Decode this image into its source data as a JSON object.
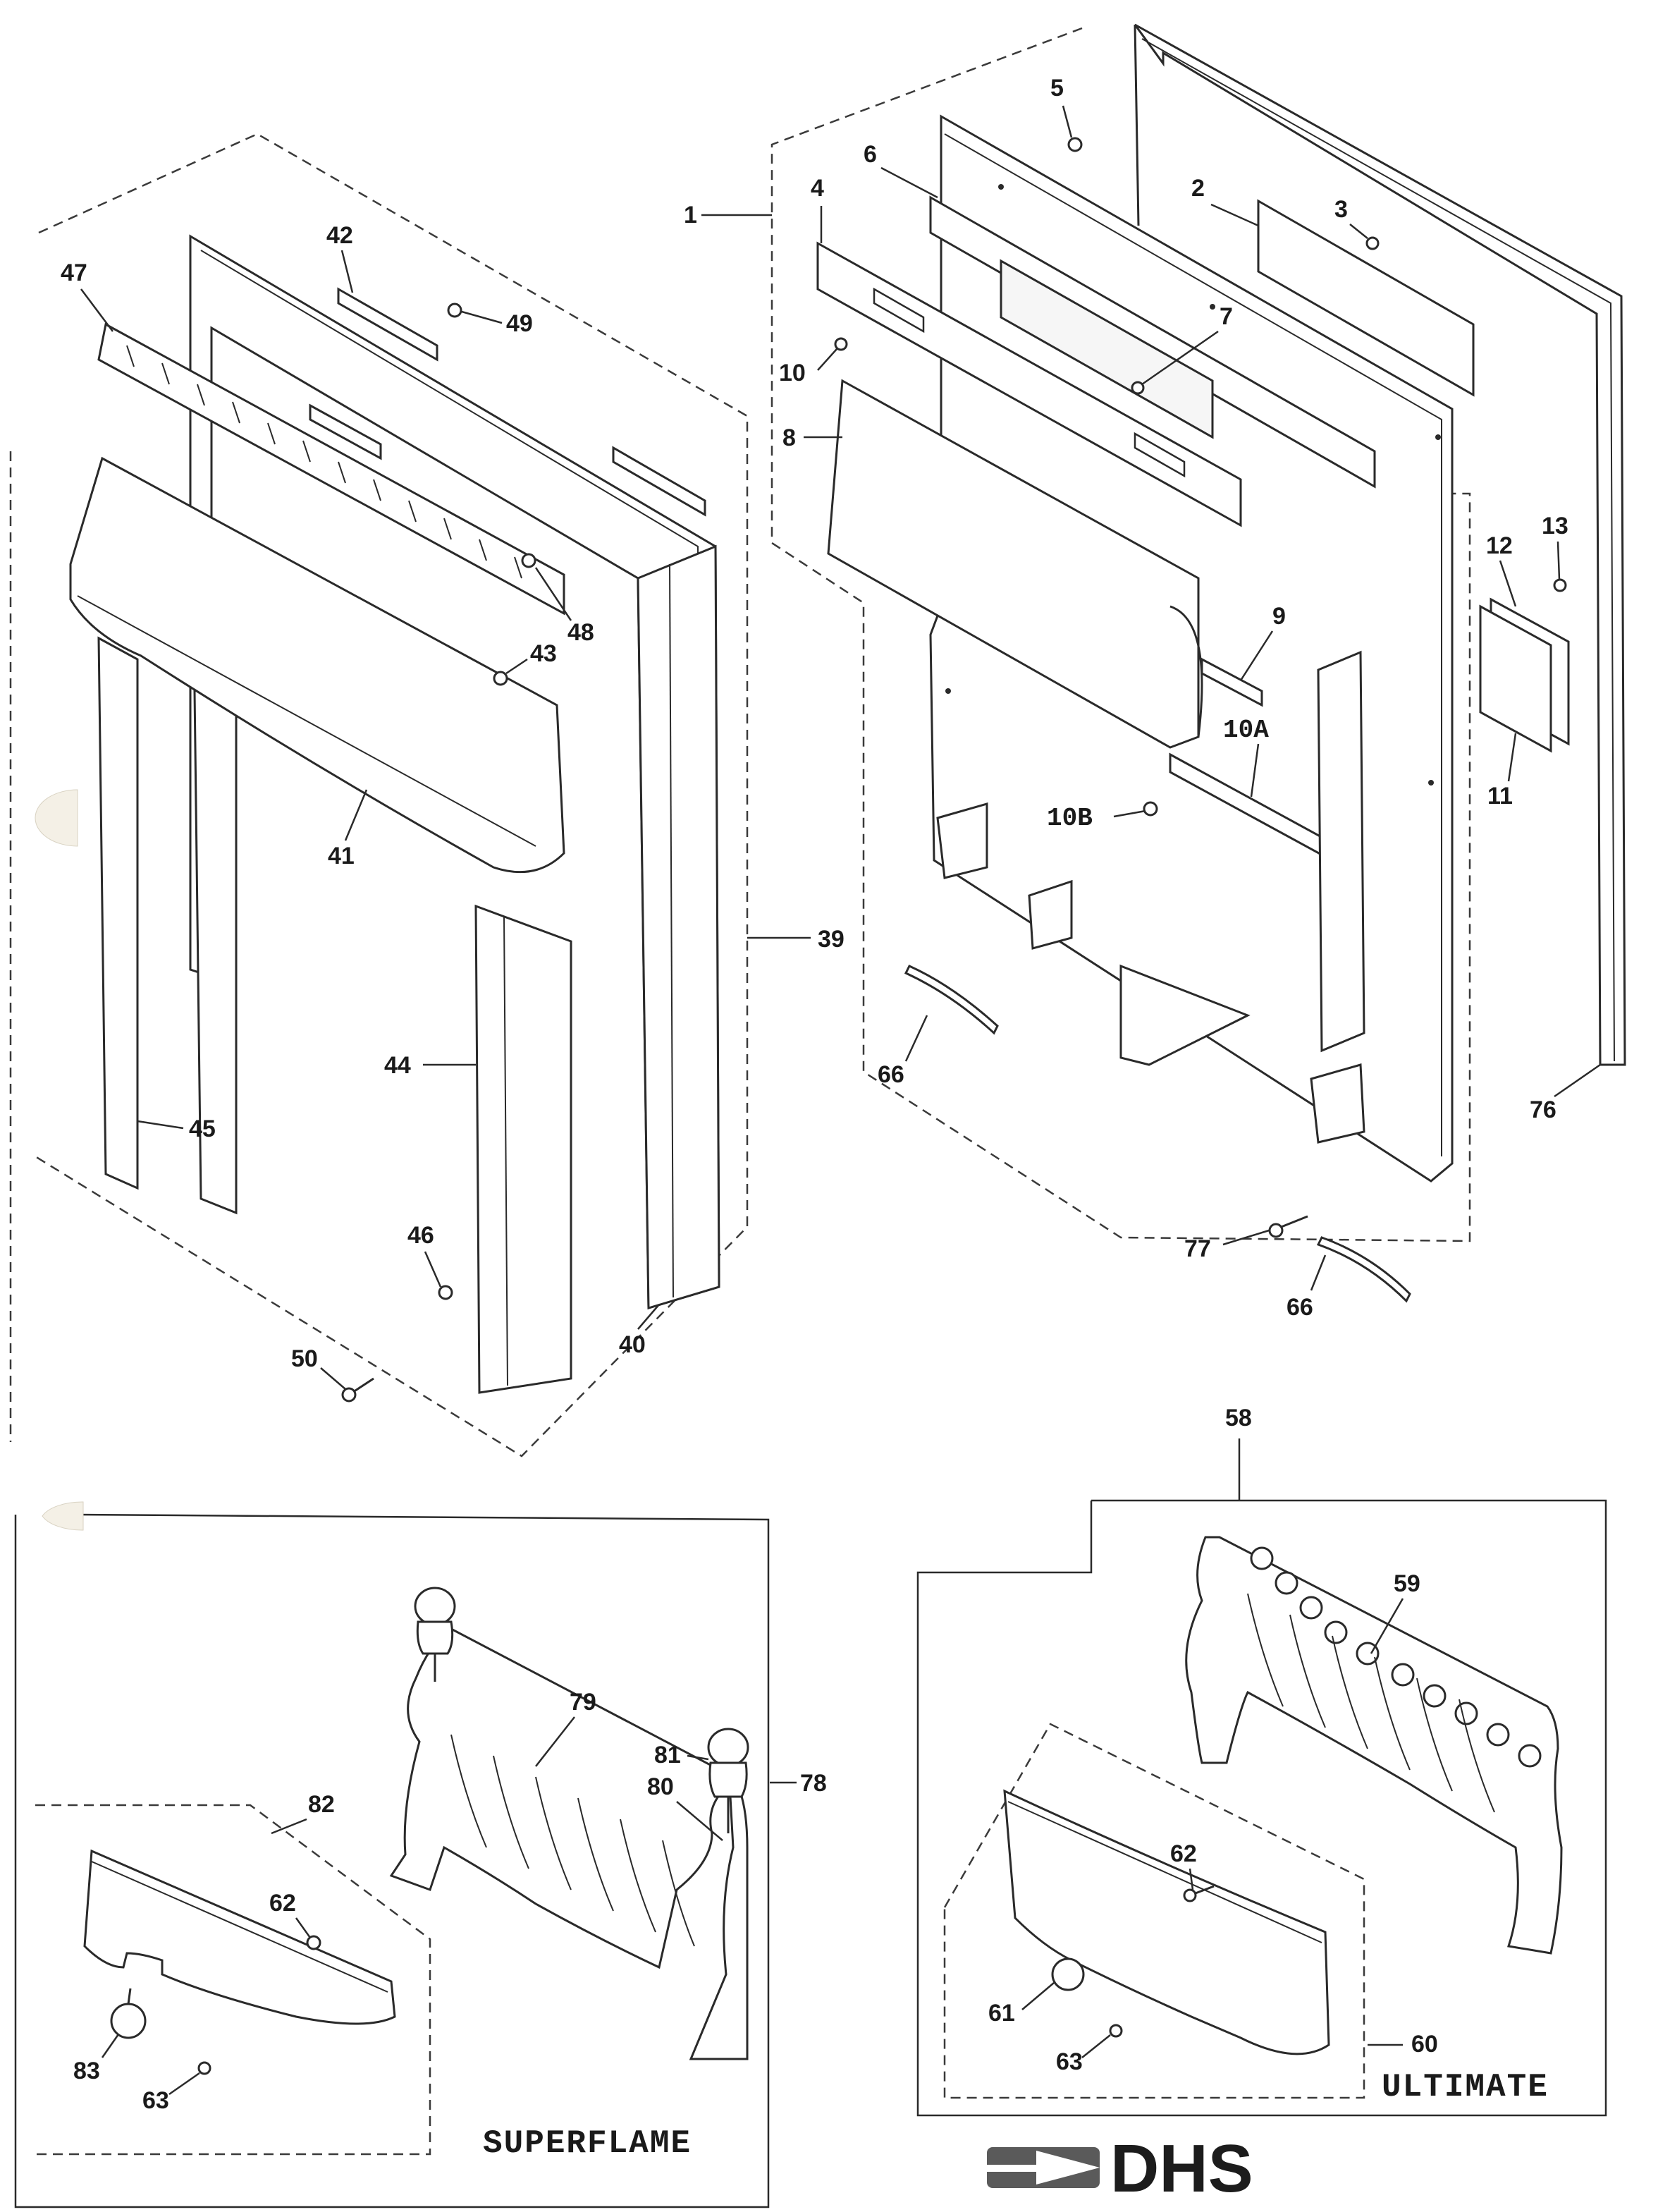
{
  "diagram": {
    "callouts": {
      "c1": "1",
      "c2": "2",
      "c3": "3",
      "c4": "4",
      "c5": "5",
      "c6": "6",
      "c7": "7",
      "c8": "8",
      "c9": "9",
      "c10": "10",
      "c10a": "10A",
      "c10b": "10B",
      "c11": "11",
      "c12": "12",
      "c13": "13",
      "c39": "39",
      "c40": "40",
      "c41": "41",
      "c42": "42",
      "c43": "43",
      "c44": "44",
      "c45": "45",
      "c46": "46",
      "c47": "47",
      "c48": "48",
      "c49": "49",
      "c50": "50",
      "c58": "58",
      "c59": "59",
      "c60": "60",
      "c61": "61",
      "c62a": "62",
      "c62b": "62",
      "c63a": "63",
      "c63b": "63",
      "c66a": "66",
      "c66b": "66",
      "c76": "76",
      "c77": "77",
      "c78": "78",
      "c79": "79",
      "c80": "80",
      "c81": "81",
      "c82": "82",
      "c83": "83"
    },
    "panel_titles": {
      "superflame": "SUPERFLAME",
      "ultimate": "ULTIMATE"
    },
    "brand": "DHS"
  }
}
